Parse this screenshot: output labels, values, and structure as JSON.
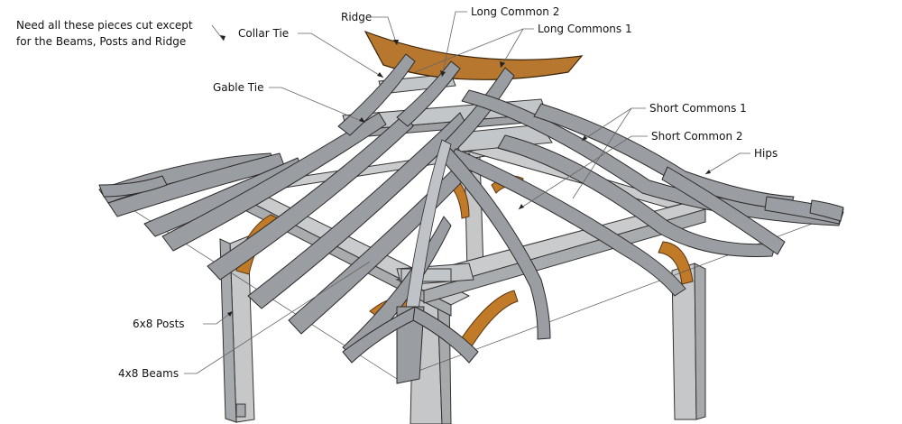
{
  "note": {
    "line1": "Need all these pieces cut except",
    "line2": "for the Beams, Posts and Ridge"
  },
  "labels": {
    "ridge": "Ridge",
    "long_common_2": "Long Common 2",
    "long_commons_1": "Long Commons 1",
    "collar_tie": "Collar Tie",
    "gable_tie": "Gable Tie",
    "short_commons_1": "Short Commons 1",
    "short_common_2": "Short Common 2",
    "hips": "Hips",
    "posts": "6x8 Posts",
    "beams": "4x8 Beams"
  },
  "colors": {
    "rafters": "#9a9da2",
    "timber_frame": "#c9cbcd",
    "braces": "#c07a28",
    "ridge": "#b8772f"
  }
}
